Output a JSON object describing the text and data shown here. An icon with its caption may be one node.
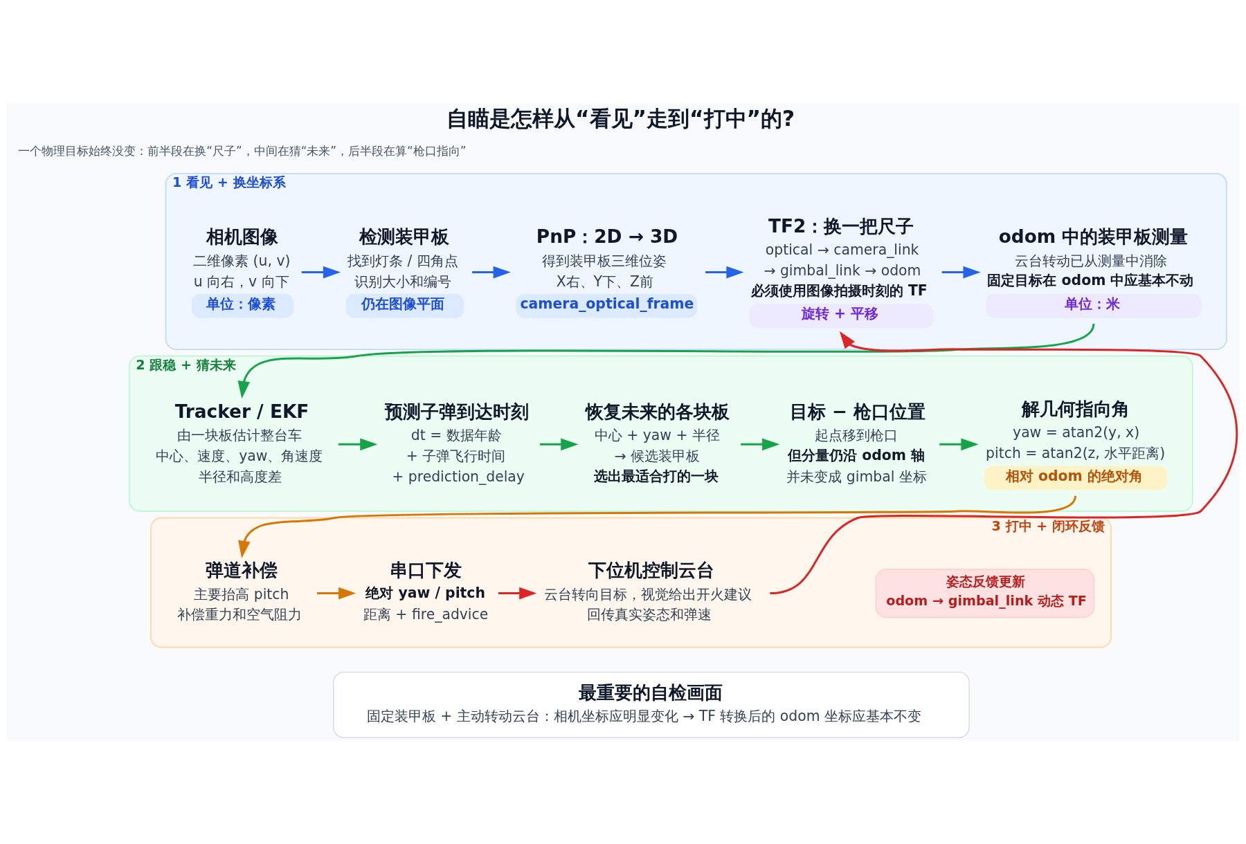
{
  "diagram": {
    "title": "自瞄是怎样从“看见”走到“打中”的?",
    "nodes": [
      {
        "text": [
          "1 看见 + 换坐标系"
        ]
      },
      {
        "text": [
          "相机图像",
          "二维像素 (u, v)",
          "u 向右，v 向下",
          "单位：像素"
        ],
        "in": 0
      },
      {
        "text": [
          "检测装甲板",
          "找到灯条 / 四角点",
          "识别大小和编号",
          "仍在图像平面"
        ],
        "in": 0
      },
      {
        "text": [
          "PnP：2D → 3D",
          "得到装甲板三维位姿",
          "X右、Y下、Z前",
          "camera_optical_frame"
        ],
        "in": 0
      },
      {
        "text": [
          "TF2：换一把尺子",
          "optical → camera_link",
          "→ gimbal_link → odom",
          "必须使用图像拍摄时刻的 TF",
          "旋转 + 平移"
        ],
        "in": 0
      },
      {
        "text": [
          "odom 中的装甲板测量",
          "云台转动已从测量中消除",
          "固定目标在 odom 中应基本不动",
          "单位：米"
        ],
        "in": 0
      },
      {
        "text": [
          "2 跟稳 + 猜未来"
        ]
      },
      {
        "text": [
          "Tracker / EKF",
          "由一块板估计整台车",
          "中心、速度、yaw、角速度",
          "半径和高度差"
        ],
        "in": 6
      },
      {
        "text": [
          "预测子弹到达时刻",
          "dt = 数据年龄",
          "+ 子弹飞行时间",
          "+ prediction_delay"
        ],
        "in": 6
      },
      {
        "text": [
          "恢复未来的各块板",
          "中心 + yaw + 半径",
          "→ 候选装甲板",
          "选出最适合打的一块"
        ],
        "in": 6
      },
      {
        "text": [
          "目标 − 枪口位置",
          "起点移到枪口",
          "但分量仍沿 odom 轴",
          "并未变成 gimbal 坐标"
        ],
        "in": 6
      },
      {
        "text": [
          "解几何指向角",
          "yaw = atan2(y, x)",
          "pitch = atan2(z, 水平距离)",
          "相对 odom 的绝对角"
        ],
        "in": 6
      },
      {
        "text": [
          "3 打中 + 闭环反馈"
        ]
      },
      {
        "text": [
          "弹道补偿",
          "主要抬高 pitch",
          "补偿重力和空气阻力"
        ],
        "in": 12
      },
      {
        "text": [
          "串口下发",
          "绝对 yaw / pitch",
          "距离 + fire_advice"
        ],
        "in": 12
      },
      {
        "text": [
          "下位机控制云台",
          "云台转向目标，视觉给出开火建议",
          "回传真实姿态和弹速"
        ],
        "in": 12
      },
      {
        "text": [
          "姿态反馈更新",
          "odom → gimbal_link 动态 TF"
        ],
        "in": 12
      },
      {
        "text": [
          "最重要的自检画面",
          "固定装甲板 + 主动转动云台：相机坐标应明显变化 → TF 转换后的 odom 坐标应基本不变"
        ]
      }
    ],
    "edges": [
      {
        "from": 1,
        "to": 2,
        "arrow": "to",
        "color": "#2563eb"
      },
      {
        "from": 2,
        "to": 3,
        "arrow": "to",
        "color": "#2563eb"
      },
      {
        "from": 3,
        "to": 4,
        "arrow": "to",
        "color": "#2563eb"
      },
      {
        "from": 4,
        "to": 5,
        "arrow": "to",
        "color": "#2563eb"
      },
      {
        "from": 5,
        "to": 7,
        "arrow": "to"
      },
      {
        "from": 7,
        "to": 8,
        "arrow": "to"
      },
      {
        "from": 8,
        "to": 9,
        "arrow": "to"
      },
      {
        "from": 9,
        "to": 10,
        "arrow": "to"
      },
      {
        "from": 10,
        "to": 11,
        "arrow": "to"
      },
      {
        "from": 11,
        "to": 13,
        "arrow": "to",
        "color": "#d97706"
      },
      {
        "from": 13,
        "to": 14,
        "arrow": "to",
        "color": "#d97706"
      },
      {
        "from": 14,
        "to": 15,
        "arrow": "to",
        "color": "#dc2626"
      },
      {
        "from": 15,
        "to": 4,
        "arrow": "to",
        "color": "#dc2626"
      }
    ],
    "labels": [
      "一个物理目标始终没变：前半段在换“尺子”，中间在猜“未来”，后半段在算“枪口指向”"
    ]
  }
}
